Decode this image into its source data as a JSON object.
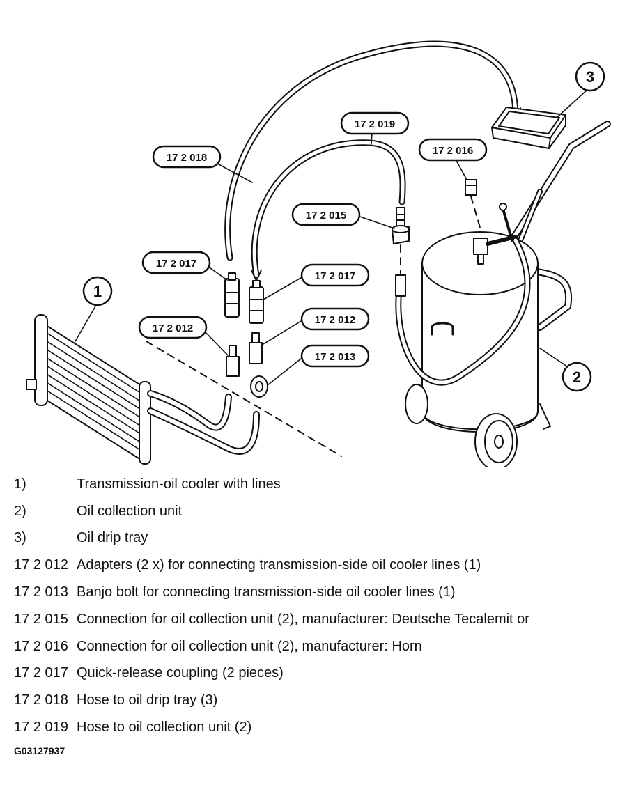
{
  "callouts": {
    "c1": "1",
    "c2": "2",
    "c3": "3",
    "p018": "17 2 018",
    "p019": "17 2 019",
    "p016": "17 2 016",
    "p015": "17 2 015",
    "p017a": "17 2 017",
    "p017b": "17 2 017",
    "p012a": "17 2 012",
    "p012b": "17 2 012",
    "p013": "17 2 013"
  },
  "legend": [
    {
      "key": "1)",
      "text": "Transmission-oil cooler with lines"
    },
    {
      "key": "2)",
      "text": "Oil collection unit"
    },
    {
      "key": "3)",
      "text": "Oil drip tray"
    },
    {
      "key": "17 2 012",
      "text": "Adapters (2 x) for connecting transmission-side oil cooler lines (1)"
    },
    {
      "key": "17 2 013",
      "text": "Banjo bolt for connecting transmission-side oil cooler lines (1)"
    },
    {
      "key": "17 2 015",
      "text": "Connection for oil collection unit (2), manufacturer: Deutsche Tecalemit or"
    },
    {
      "key": "17 2 016",
      "text": "Connection for oil collection unit (2), manufacturer: Horn"
    },
    {
      "key": "17 2 017",
      "text": "Quick-release coupling (2 pieces)"
    },
    {
      "key": "17 2 018",
      "text": "Hose to oil drip tray (3)"
    },
    {
      "key": "17 2 019",
      "text": "Hose to oil collection unit (2)"
    }
  ],
  "figure_code": "G03127937"
}
